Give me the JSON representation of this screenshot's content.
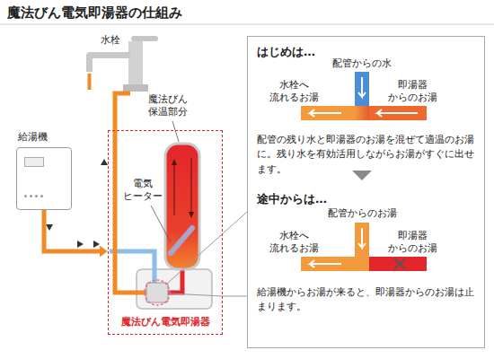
{
  "diagram": {
    "title": "魔法びん電気即湯器の仕組み",
    "nodes": [
      {
        "text": [
          "給湯機"
        ]
      },
      {
        "text": [
          "魔法びん電気即湯器"
        ]
      },
      {
        "text": [
          "はじめは…",
          "配管の残り水と即湯器のお湯を混ぜて適温のお湯に。残り水を有効活用しながらお湯がすぐに出せます。",
          "途中からは…",
          "給湯機からお湯が来ると、即湯器からのお湯は止まります。"
        ]
      }
    ],
    "edges": [
      {
        "from": 0,
        "to": 1,
        "arrow": "to"
      },
      {
        "from": 1,
        "to": 2,
        "arrow": "none"
      }
    ],
    "labels": [
      "水栓",
      "魔法びん 保温部分",
      "電気 ヒーター",
      "配管からの水",
      "水栓へ 流れるお湯",
      "即湯器 からのお湯",
      "配管からのお湯",
      "水栓へ 流れるお湯",
      "即湯器 からのお湯"
    ]
  }
}
